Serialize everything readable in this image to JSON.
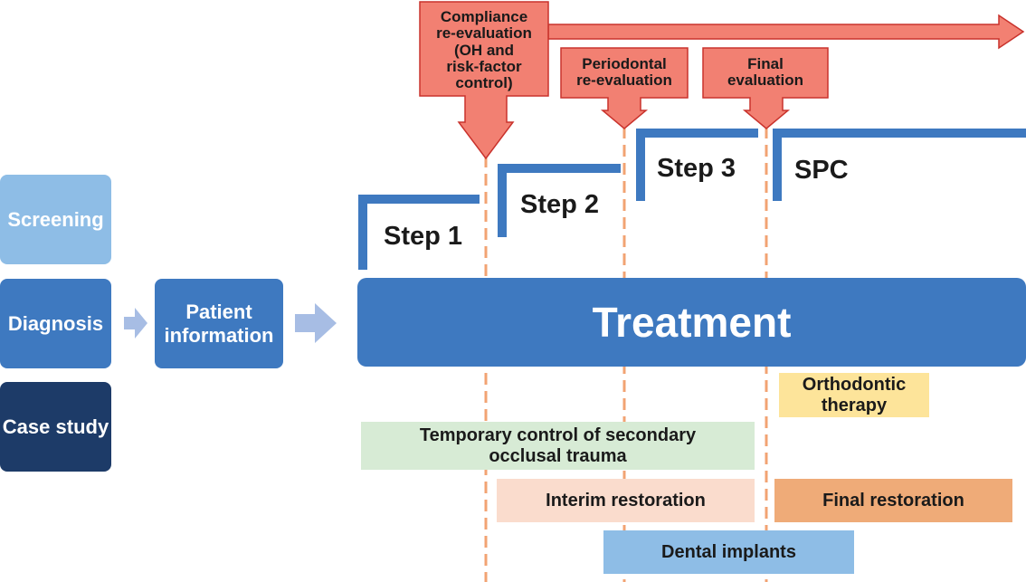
{
  "left_column": {
    "screening": "Screening",
    "diagnosis": "Diagnosis",
    "case_study": "Case study",
    "patient_information": "Patient\ninformation"
  },
  "treatment": "Treatment",
  "steps": {
    "step1": "Step 1",
    "step2": "Step 2",
    "step3": "Step 3",
    "spc": "SPC"
  },
  "callouts": {
    "compliance": "Compliance\nre-evaluation\n(OH and\nrisk-factor\ncontrol)",
    "periodontal": "Periodontal\nre-evaluation",
    "final_eval": "Final\nevaluation"
  },
  "bars": {
    "orthodontic": "Orthodontic\ntherapy",
    "temporary": "Temporary control of secondary\nocclusal trauma",
    "interim": "Interim restoration",
    "final_restoration": "Final restoration",
    "dental_implants": "Dental implants"
  },
  "colors": {
    "screening": "#8ebde6",
    "diagnosis": "#3e79c0",
    "case_study": "#1d3b68",
    "treatment": "#3e79c0",
    "step_bracket": "#3e79c0",
    "arrow_light": "#a7bde4",
    "callout": "#f28072",
    "callout_border": "#c9322c",
    "dashed": "#f2a373",
    "orthodontic": "#fde49a",
    "temporary": "#d7ebd5",
    "interim": "#fadccd",
    "final_restoration": "#efab78",
    "dental_implants": "#8ebde6"
  }
}
